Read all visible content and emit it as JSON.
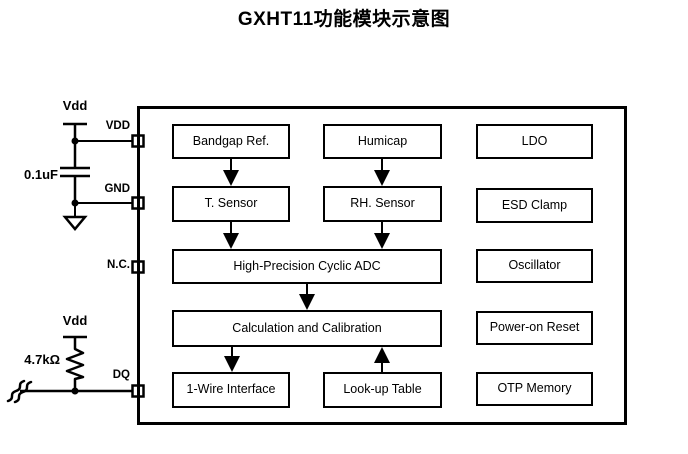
{
  "title": "GXHT11功能模块示意图",
  "chip": {
    "pins": {
      "vdd": "VDD",
      "gnd": "GND",
      "nc": "N.C.",
      "dq": "DQ"
    },
    "blocks": {
      "bandgap": "Bandgap Ref.",
      "humicap": "Humicap",
      "ldo": "LDO",
      "t_sensor": "T. Sensor",
      "rh_sensor": "RH. Sensor",
      "esd_clamp": "ESD Clamp",
      "adc": "High-Precision Cyclic ADC",
      "oscillator": "Oscillator",
      "calc": "Calculation and Calibration",
      "power_on_reset": "Power-on Reset",
      "one_wire": "1-Wire Interface",
      "lut": "Look-up Table",
      "otp": "OTP Memory"
    }
  },
  "external": {
    "supply_top": "Vdd",
    "cap_value": "0.1uF",
    "supply_bottom": "Vdd",
    "resistor_value": "4.7kΩ"
  },
  "colors": {
    "line": "#000000",
    "background": "#ffffff",
    "text": "#000000"
  }
}
